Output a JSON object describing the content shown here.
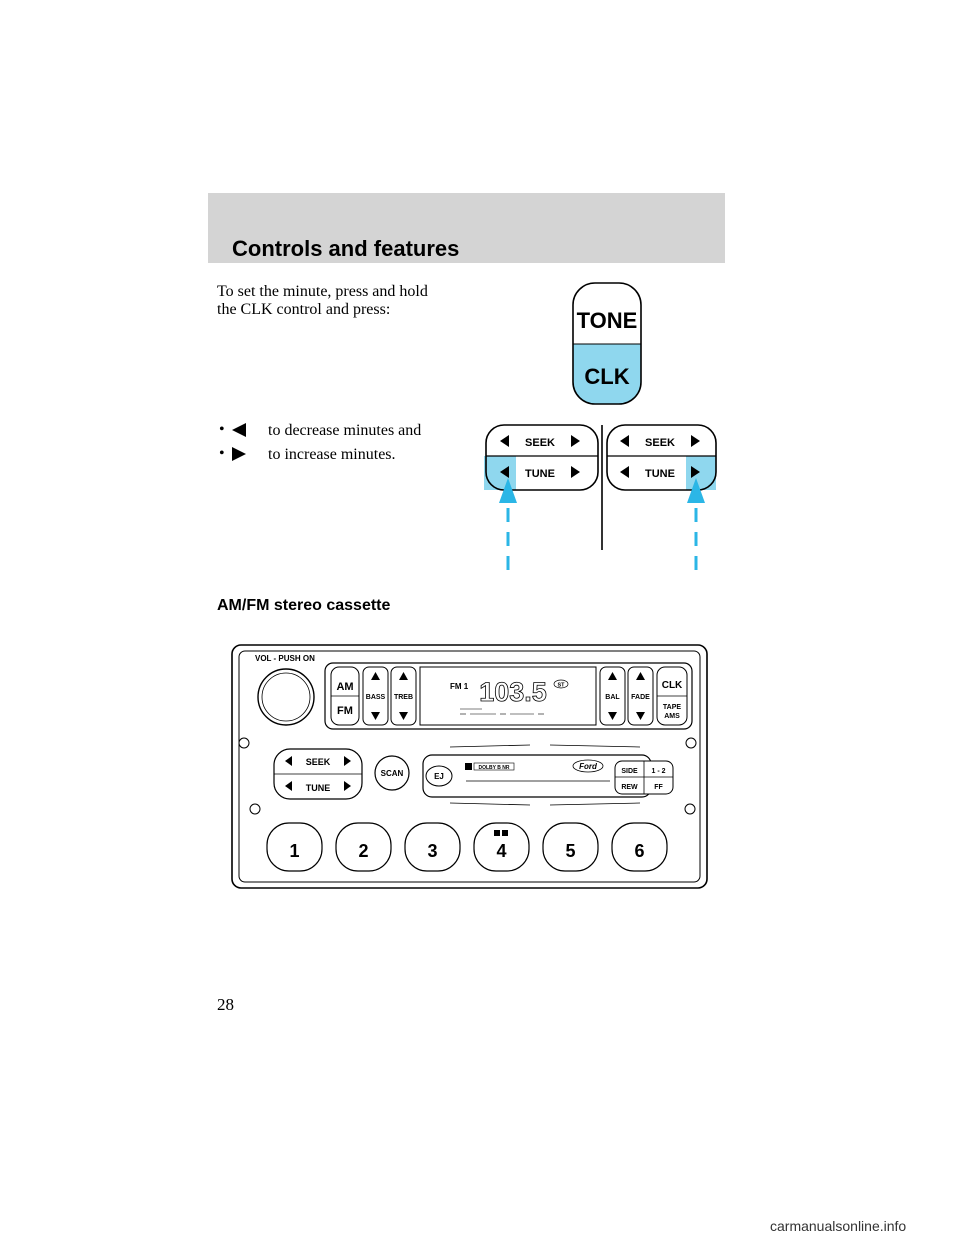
{
  "header": {
    "title": "Controls and features"
  },
  "intro_text": {
    "line1": "To set the minute, press and hold",
    "line2": "the CLK control and press:"
  },
  "bullets": [
    {
      "marker": "•",
      "text": "to decrease minutes and"
    },
    {
      "marker": "•",
      "text": "to increase minutes."
    }
  ],
  "tone_clk_button": {
    "upper": "TONE",
    "lower": "CLK",
    "highlight_color": "#8fd7ee"
  },
  "seek_tune_illustration": {
    "left": {
      "seek": "SEEK",
      "tune": "TUNE"
    },
    "right": {
      "seek": "SEEK",
      "tune": "TUNE"
    },
    "arrow_color": "#2bb6e6"
  },
  "section_title": "AM/FM stereo cassette",
  "radio": {
    "vol_label": "VOL - PUSH ON",
    "am": "AM",
    "fm": "FM",
    "bass": "BASS",
    "treb": "TREB",
    "band": "FM 1",
    "frequency": "103.5",
    "stereo": "ST",
    "bal": "BAL",
    "fade": "FADE",
    "clk": "CLK",
    "tape": "TAPE",
    "ams": "AMS",
    "seek": "SEEK",
    "tune": "TUNE",
    "scan": "SCAN",
    "ej": "EJ",
    "dolby": "DOLBY B NR",
    "brand": "Ford",
    "side": "SIDE",
    "one_two": "1 - 2",
    "rew": "REW",
    "ff": "FF",
    "presets": [
      "1",
      "2",
      "3",
      "4",
      "5",
      "6"
    ]
  },
  "page_number": "28",
  "watermark": "carmanualsonline.info"
}
